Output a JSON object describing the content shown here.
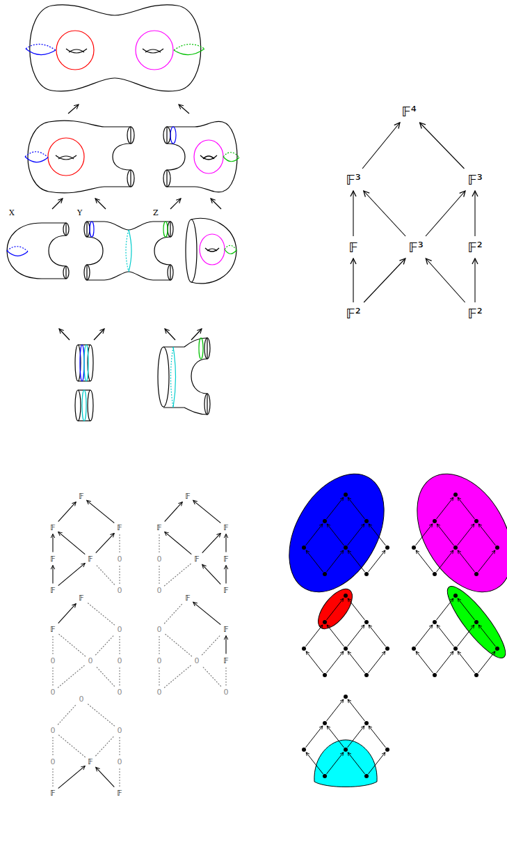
{
  "diagram": {
    "nodes": [
      {
        "text": [
          "𝔽⁴"
        ]
      },
      {
        "text": [
          "𝔽³"
        ]
      },
      {
        "text": [
          "𝔽³"
        ]
      },
      {
        "text": [
          "𝔽"
        ]
      },
      {
        "text": [
          "𝔽³"
        ]
      },
      {
        "text": [
          "𝔽²"
        ]
      },
      {
        "text": [
          "𝔽²"
        ]
      },
      {
        "text": [
          "𝔽²"
        ]
      },
      {
        "text": [
          "𝔽"
        ]
      },
      {
        "text": [
          "𝔽"
        ]
      },
      {
        "text": [
          "𝔽"
        ]
      },
      {
        "text": [
          "𝔽"
        ]
      },
      {
        "text": [
          "𝔽"
        ]
      },
      {
        "text": [
          "0"
        ]
      },
      {
        "text": [
          "𝔽"
        ]
      },
      {
        "text": [
          "0"
        ]
      },
      {
        "text": [
          "𝔽"
        ]
      },
      {
        "text": [
          "𝔽"
        ]
      },
      {
        "text": [
          "𝔽"
        ]
      },
      {
        "text": [
          "0"
        ]
      },
      {
        "text": [
          "𝔽"
        ]
      },
      {
        "text": [
          "𝔽"
        ]
      },
      {
        "text": [
          "0"
        ]
      },
      {
        "text": [
          "𝔽"
        ]
      },
      {
        "text": [
          "𝔽"
        ]
      },
      {
        "text": [
          "𝔽"
        ]
      },
      {
        "text": [
          "0"
        ]
      },
      {
        "text": [
          "0"
        ]
      },
      {
        "text": [
          "0"
        ]
      },
      {
        "text": [
          "0"
        ]
      },
      {
        "text": [
          "0"
        ]
      },
      {
        "text": [
          "0"
        ]
      },
      {
        "text": [
          "𝔽"
        ]
      },
      {
        "text": [
          "0"
        ]
      },
      {
        "text": [
          "𝔽"
        ]
      },
      {
        "text": [
          "0"
        ]
      },
      {
        "text": [
          "0"
        ]
      },
      {
        "text": [
          "𝔽"
        ]
      },
      {
        "text": [
          "0"
        ]
      },
      {
        "text": [
          "0"
        ]
      },
      {
        "text": [
          "0"
        ]
      },
      {
        "text": [
          "0"
        ]
      },
      {
        "text": [
          "0"
        ]
      },
      {
        "text": [
          "0"
        ]
      },
      {
        "text": [
          "𝔽"
        ]
      },
      {
        "text": [
          "0"
        ]
      },
      {
        "text": [
          "𝔽"
        ]
      },
      {
        "text": [
          "𝔽"
        ]
      }
    ],
    "edges": [
      {
        "from": 1,
        "to": 0,
        "arrow": "to"
      },
      {
        "from": 2,
        "to": 0,
        "arrow": "to"
      },
      {
        "from": 3,
        "to": 1,
        "arrow": "to"
      },
      {
        "from": 4,
        "to": 1,
        "arrow": "to"
      },
      {
        "from": 4,
        "to": 2,
        "arrow": "to"
      },
      {
        "from": 5,
        "to": 2,
        "arrow": "to"
      },
      {
        "from": 6,
        "to": 3,
        "arrow": "to"
      },
      {
        "from": 6,
        "to": 4,
        "arrow": "to"
      },
      {
        "from": 7,
        "to": 4,
        "arrow": "to"
      },
      {
        "from": 7,
        "to": 5,
        "arrow": "to"
      },
      {
        "from": 9,
        "to": 8,
        "arrow": "to"
      },
      {
        "from": 10,
        "to": 8,
        "arrow": "to"
      },
      {
        "from": 11,
        "to": 9,
        "arrow": "to"
      },
      {
        "from": 12,
        "to": 9,
        "arrow": "to"
      },
      {
        "from": 12,
        "to": 10,
        "arrow": "to"
      },
      {
        "from": 13,
        "to": 10,
        "arrow": "none"
      },
      {
        "from": 14,
        "to": 11,
        "arrow": "to"
      },
      {
        "from": 14,
        "to": 12,
        "arrow": "to"
      },
      {
        "from": 15,
        "to": 12,
        "arrow": "none"
      },
      {
        "from": 15,
        "to": 13,
        "arrow": "none"
      },
      {
        "from": 17,
        "to": 16,
        "arrow": "to"
      },
      {
        "from": 18,
        "to": 16,
        "arrow": "to"
      },
      {
        "from": 19,
        "to": 17,
        "arrow": "none"
      },
      {
        "from": 20,
        "to": 17,
        "arrow": "to"
      },
      {
        "from": 20,
        "to": 18,
        "arrow": "to"
      },
      {
        "from": 21,
        "to": 18,
        "arrow": "to"
      },
      {
        "from": 22,
        "to": 19,
        "arrow": "none"
      },
      {
        "from": 22,
        "to": 20,
        "arrow": "none"
      },
      {
        "from": 23,
        "to": 20,
        "arrow": "to"
      },
      {
        "from": 23,
        "to": 21,
        "arrow": "to"
      },
      {
        "from": 25,
        "to": 24,
        "arrow": "to"
      },
      {
        "from": 26,
        "to": 24,
        "arrow": "none"
      },
      {
        "from": 27,
        "to": 25,
        "arrow": "none"
      },
      {
        "from": 28,
        "to": 25,
        "arrow": "none"
      },
      {
        "from": 28,
        "to": 26,
        "arrow": "none"
      },
      {
        "from": 29,
        "to": 26,
        "arrow": "none"
      },
      {
        "from": 30,
        "to": 27,
        "arrow": "none"
      },
      {
        "from": 30,
        "to": 28,
        "arrow": "none"
      },
      {
        "from": 31,
        "to": 28,
        "arrow": "none"
      },
      {
        "from": 31,
        "to": 29,
        "arrow": "none"
      },
      {
        "from": 33,
        "to": 32,
        "arrow": "none"
      },
      {
        "from": 34,
        "to": 32,
        "arrow": "to"
      },
      {
        "from": 35,
        "to": 33,
        "arrow": "none"
      },
      {
        "from": 36,
        "to": 33,
        "arrow": "none"
      },
      {
        "from": 36,
        "to": 34,
        "arrow": "none"
      },
      {
        "from": 37,
        "to": 34,
        "arrow": "to"
      },
      {
        "from": 38,
        "to": 35,
        "arrow": "none"
      },
      {
        "from": 38,
        "to": 36,
        "arrow": "none"
      },
      {
        "from": 39,
        "to": 36,
        "arrow": "none"
      },
      {
        "from": 39,
        "to": 37,
        "arrow": "none"
      },
      {
        "from": 41,
        "to": 40,
        "arrow": "none"
      },
      {
        "from": 42,
        "to": 40,
        "arrow": "none"
      },
      {
        "from": 43,
        "to": 41,
        "arrow": "none"
      },
      {
        "from": 44,
        "to": 41,
        "arrow": "none"
      },
      {
        "from": 44,
        "to": 42,
        "arrow": "none"
      },
      {
        "from": 45,
        "to": 42,
        "arrow": "none"
      },
      {
        "from": 46,
        "to": 43,
        "arrow": "none"
      },
      {
        "from": 46,
        "to": 44,
        "arrow": "to"
      },
      {
        "from": 47,
        "to": 44,
        "arrow": "to"
      },
      {
        "from": 47,
        "to": 45,
        "arrow": "none"
      }
    ],
    "labels": [
      "X",
      "Y",
      "Z"
    ]
  }
}
